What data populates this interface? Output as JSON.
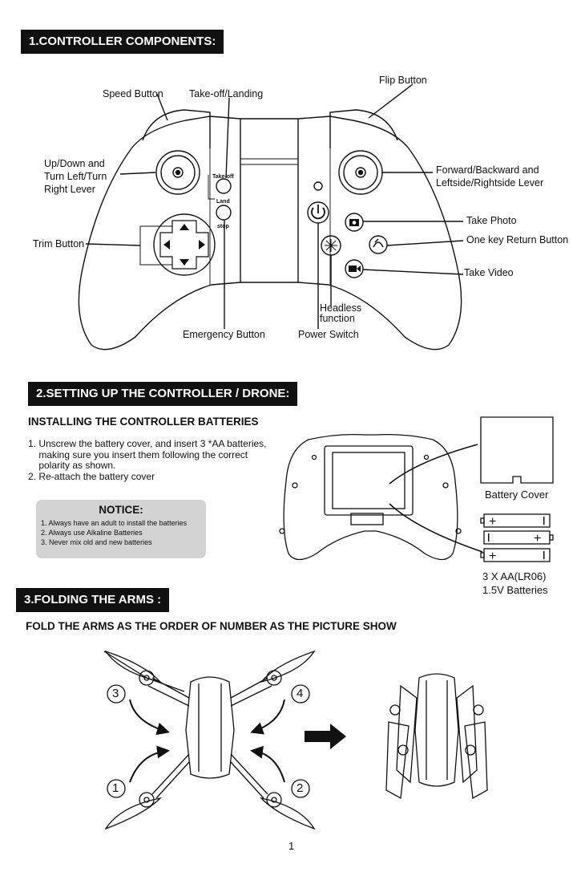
{
  "sections": [
    {
      "id": "controller",
      "title": "1.CONTROLLER COMPONENTS:"
    },
    {
      "id": "setup",
      "title": "2.SETTING UP THE CONTROLLER / DRONE:"
    },
    {
      "id": "fold",
      "title": "3.FOLDING THE ARMS :"
    }
  ],
  "controller_labels": {
    "speed": "Speed Button",
    "takeoff_landing": "Take-off/Landing",
    "flip": "Flip Button",
    "updown_1": "Up/Down  and",
    "updown_2": "Turn Left/Turn",
    "updown_3": "Right Lever",
    "forward_1": "Forward/Backward  and",
    "forward_2": "Leftside/Rightside Lever",
    "take_photo": "Take Photo",
    "return": "One key Return Button",
    "trim": "Trim Button",
    "take_video": "Take Video",
    "headless_1": "Headless",
    "headless_2": "function",
    "emergency": "Emergency Button",
    "power": "Power Switch",
    "btn_takeoff": "Take-off",
    "btn_land": "Land",
    "btn_stop": "stop"
  },
  "battery": {
    "heading": "INSTALLING THE CONTROLLER BATTERIES",
    "steps": [
      "1. Unscrew the battery cover, and insert 3 *AA batteries,",
      "    making sure you insert them following the correct",
      "    polarity as shown.",
      "2. Re-attach the battery cover"
    ],
    "notice_title": "NOTICE:",
    "notice_items": [
      "1.  Always have an adult to install the batteries",
      "2.  Always use Alkaline Batteries",
      "3.  Never mix old and new batteries"
    ],
    "cover_label": "Battery Cover",
    "batteries_1": "3 X AA(LR06)",
    "batteries_2": "1.5V Batteries"
  },
  "folding": {
    "instruction": "FOLD THE ARMS AS THE  ORDER OF NUMBER AS THE PICTURE SHOW",
    "step_1": "1",
    "step_2": "2",
    "step_3": "3",
    "step_4": "4"
  },
  "page_number": "1"
}
